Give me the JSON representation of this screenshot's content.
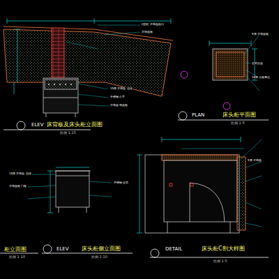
{
  "diagram": {
    "labels": [
      "ELEV",
      "床背板及床头柜立面图",
      "比例 1:15",
      "PLAN",
      "床头柜平面图",
      "比例 1:5",
      "柜立面图",
      "比例 1:10",
      "ELEV",
      "床头柜侧立面图",
      "比例 1:10",
      "DETAIL",
      "床头柜C剖大样图",
      "比例 1:5",
      "L型铝 木饰面收口",
      "木饰面板",
      "15厚 木饰面 油漆",
      "不锈钢 拉手",
      "木饰面 饰面板",
      "5厚 木饰面板",
      "石材台面",
      "18厚 夹板基层",
      "15厚 木饰面 油漆",
      "木饰面板 门板",
      "不锈钢 合页",
      "5厚 木饰面"
    ]
  }
}
